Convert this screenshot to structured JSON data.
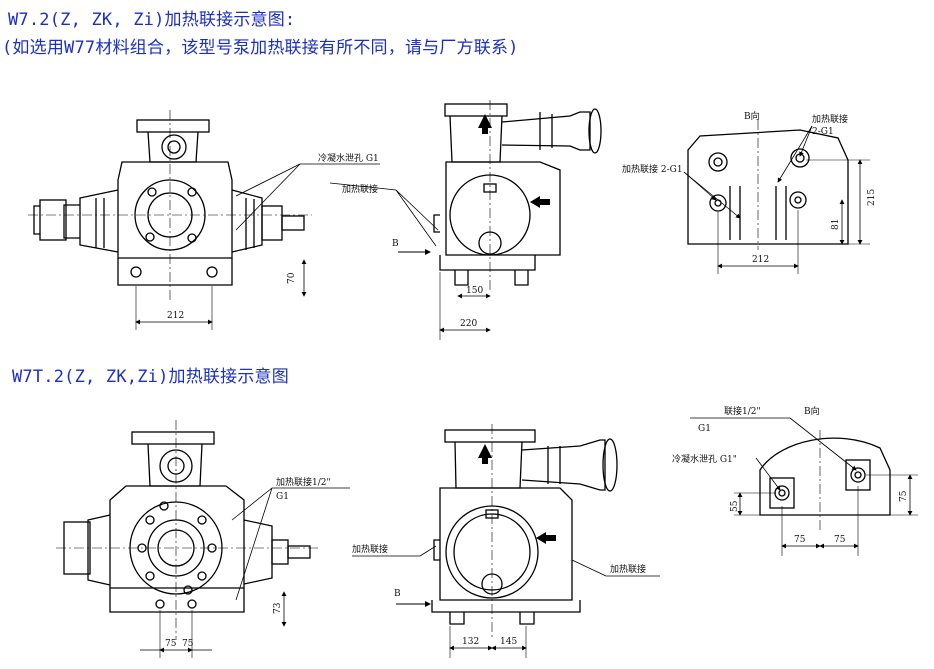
{
  "titles": {
    "w72": "W7.2(Z, ZK, Zi)加热联接示意图:",
    "note": "(如选用W77材料组合，该型号泵加热联接有所不同，请与厂方联系)",
    "w7t2": "W7T.2(Z, ZK,Zi)加热联接示意图"
  },
  "top": {
    "front": {
      "label_drain": "冷凝水泄孔 G1",
      "label_heat": "加热联接",
      "dim_height": "70",
      "dim_width": "212"
    },
    "side": {
      "label_b": "B",
      "dim_150": "150",
      "dim_220": "220"
    },
    "bview": {
      "label_bview": "B向",
      "label_heat_right": "加热联接",
      "label_g1_right": "2-G1",
      "label_heat_left": "加热联接  2-G1",
      "dim_215": "215",
      "dim_81": "81",
      "dim_212": "212"
    }
  },
  "bottom": {
    "front": {
      "label_heat": "加热联接1/2\"",
      "label_g1": "G1",
      "dim_73": "73",
      "dim_75a": "75",
      "dim_75b": "75"
    },
    "side": {
      "label_heat_left": "加热联接",
      "label_heat_right": "加热联接",
      "label_b": "B",
      "dim_132": "132",
      "dim_145": "145"
    },
    "bview": {
      "label_top": "联接1/2\"",
      "label_g1": "G1",
      "label_bview": "B向",
      "label_drain": "冷凝水泄孔 G1\"",
      "dim_55": "55",
      "dim_75_right": "75",
      "dim_75a": "75",
      "dim_75b": "75"
    }
  }
}
